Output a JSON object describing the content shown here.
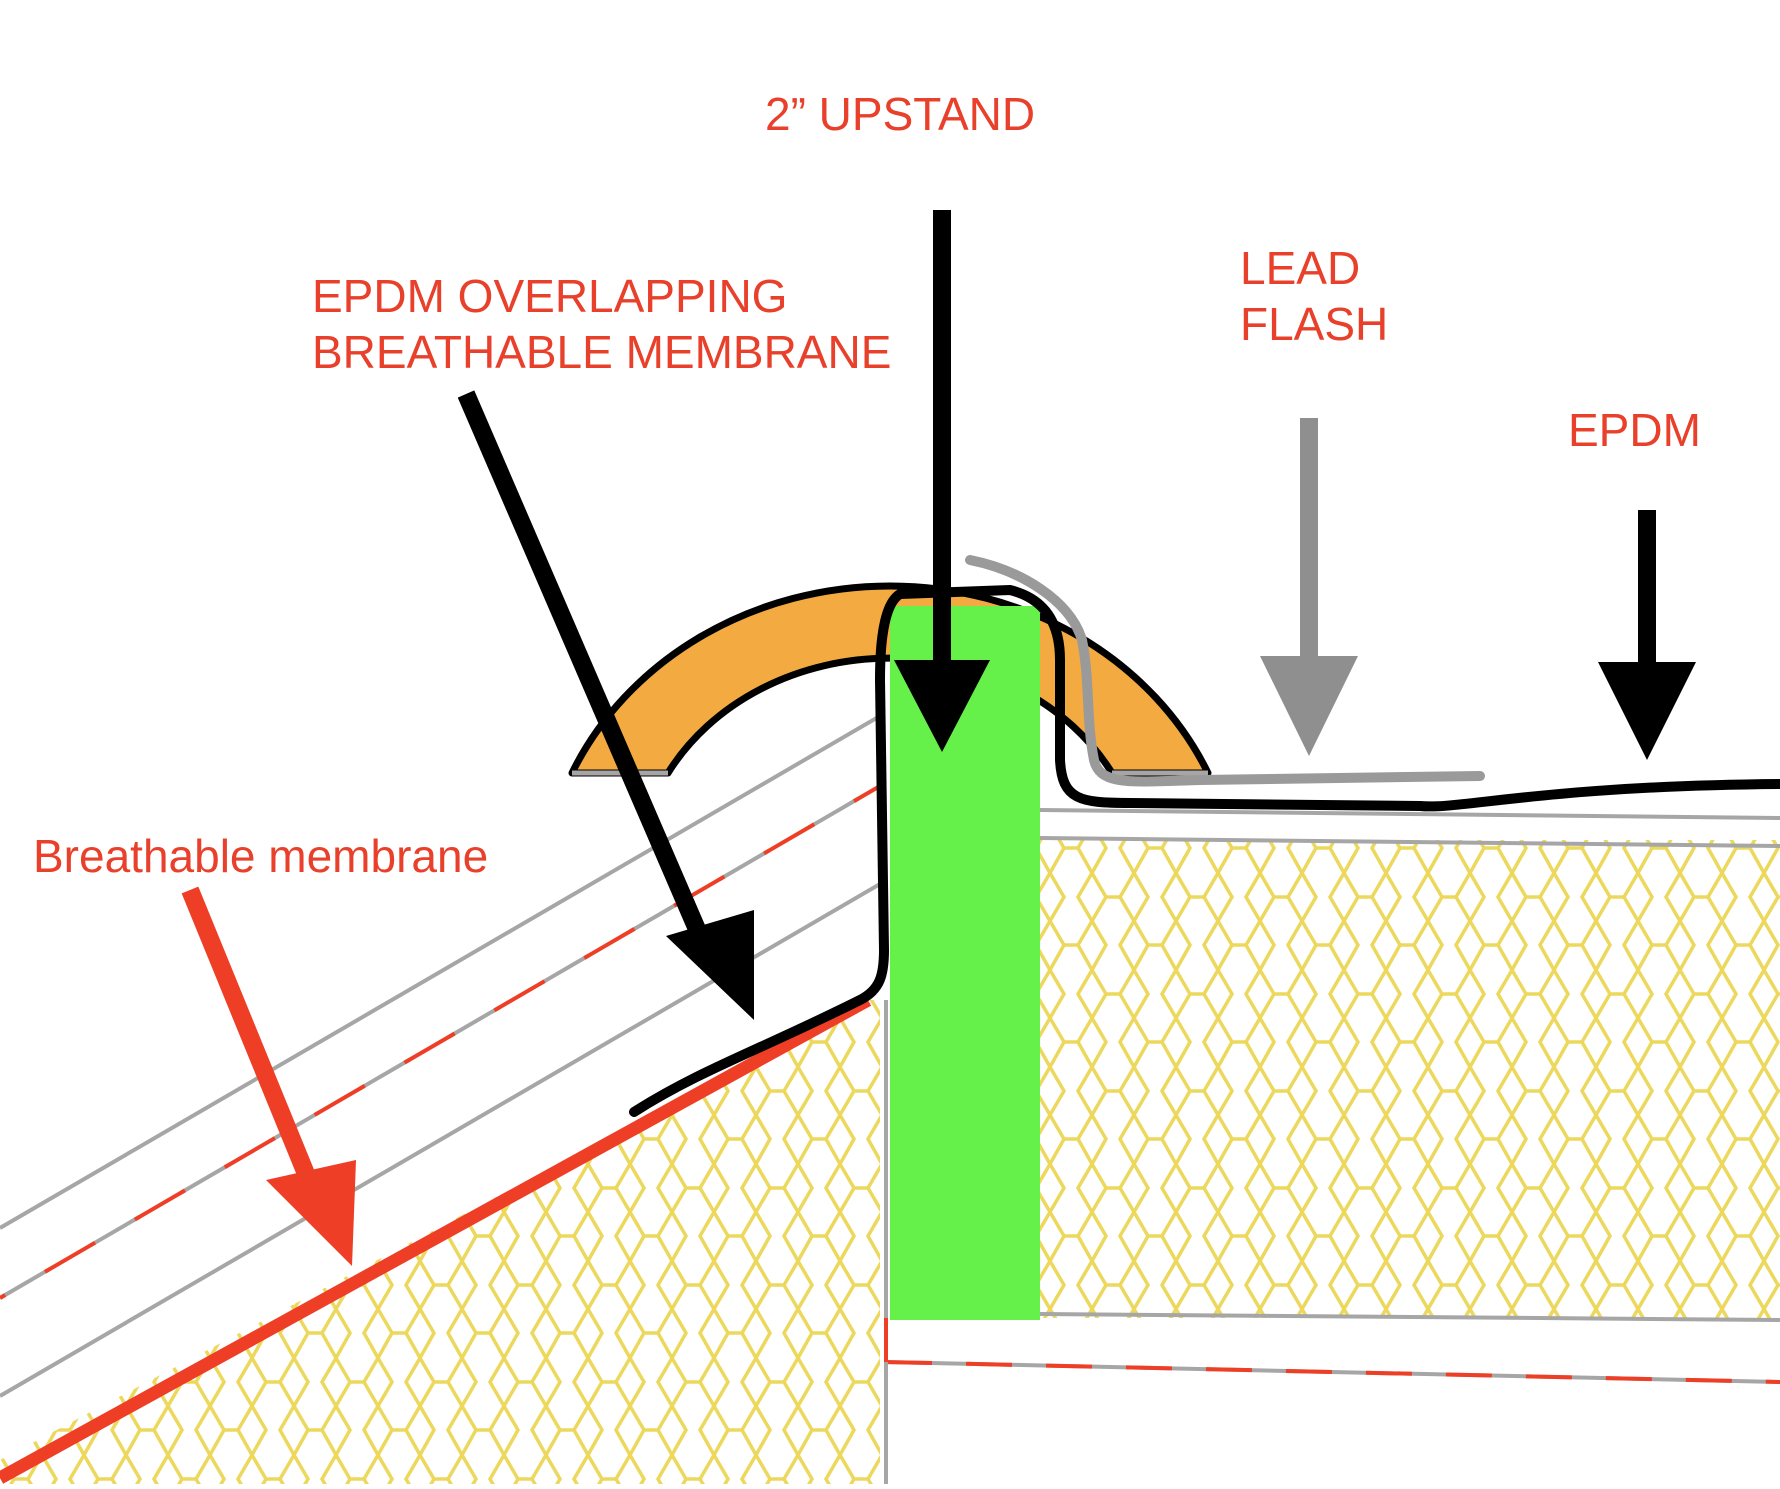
{
  "colors": {
    "label_red": "#e8402a",
    "membrane_red": "#ee3e26",
    "insulation_hex": "#ecd85c",
    "upstand_green": "#66f04a",
    "capping_orange": "#f2aa41",
    "lead_grey": "#9a9a9a",
    "epdm_black": "#000000",
    "deck_grey": "#a6a6a6"
  },
  "labels": {
    "upstand": "2” UPSTAND",
    "overlap_line1": "EPDM OVERLAPPING",
    "overlap_line2": "BREATHABLE MEMBRANE",
    "lead_line1": "LEAD",
    "lead_line2": "FLASH",
    "epdm": "EPDM",
    "breathable": "Breathable membrane"
  },
  "icons": {
    "arrow": "downward-pointing-arrow"
  }
}
